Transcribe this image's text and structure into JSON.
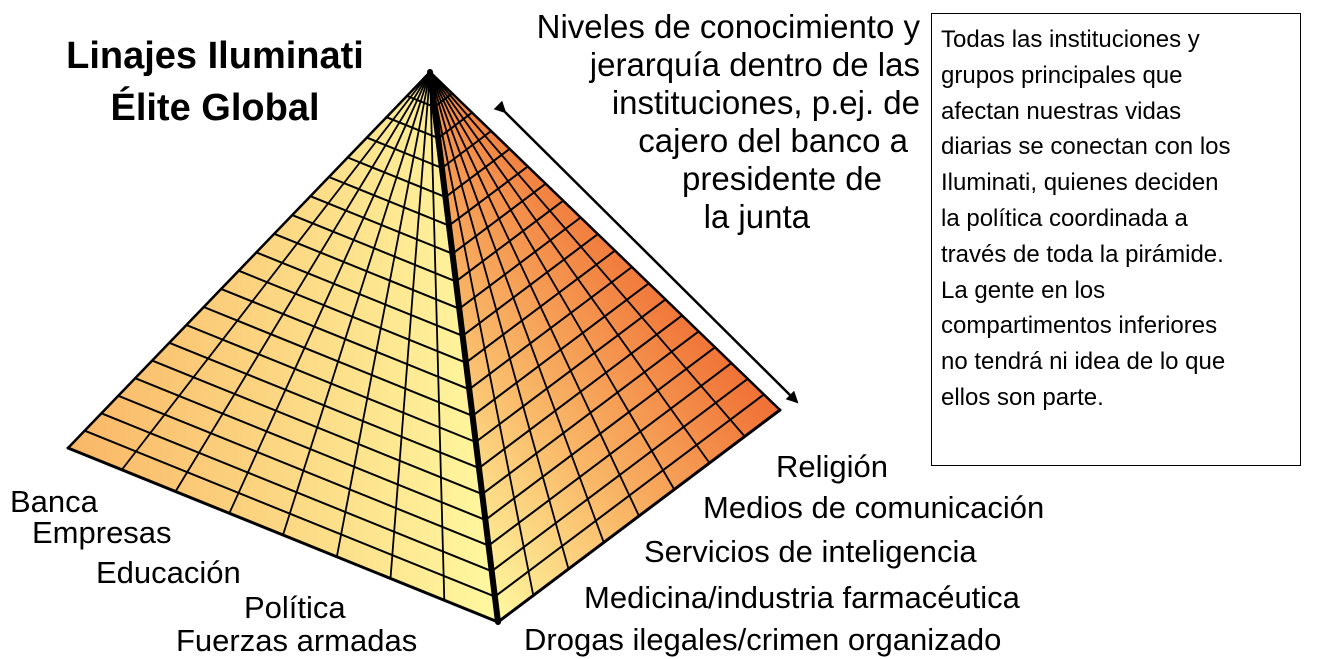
{
  "title": {
    "line1": "Linajes Iluminati",
    "line2": "Élite Global"
  },
  "levels_text": {
    "lines": [
      "Niveles de conocimiento y",
      "jerarquía dentro de las",
      "instituciones, p.ej. de",
      "cajero del banco a",
      "presidente de",
      "la junta"
    ]
  },
  "note": {
    "lines": [
      "Todas las instituciones y",
      "grupos principales que",
      "afectan nuestras vidas",
      "diarias se conectan con los",
      "Iluminati, quienes deciden",
      "la política coordinada a",
      "través de toda la pirámide.",
      "La gente en los",
      "compartimentos inferiores",
      "no tendrá ni idea de lo que",
      "ellos son parte."
    ]
  },
  "left_labels": [
    "Banca",
    "Empresas",
    "Educación",
    "Política",
    "Fuerzas armadas"
  ],
  "right_labels": [
    "Religión",
    "Medios de comunicación",
    "Servicios de inteligencia",
    "Medicina/industria farmacéutica",
    "Drogas ilegales/crimen organizado"
  ],
  "colors": {
    "face_light": "#FFF8A0",
    "face_mid": "#F9B767",
    "face_dark": "#EF6D32",
    "grid": "#000000"
  }
}
